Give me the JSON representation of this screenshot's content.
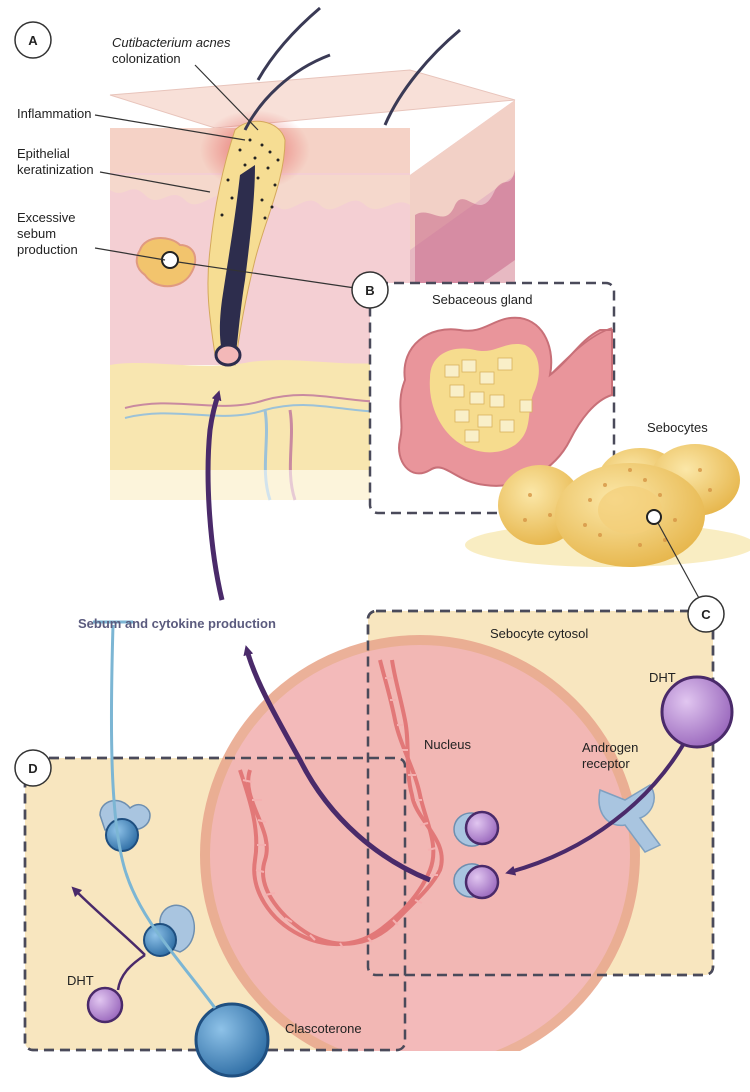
{
  "panels": {
    "a": {
      "letter": "A"
    },
    "b": {
      "letter": "B"
    },
    "c": {
      "letter": "C"
    },
    "d": {
      "letter": "D"
    }
  },
  "labels": {
    "cutibacterium_line1": "Cutibacterium acnes",
    "cutibacterium_line2": "colonization",
    "inflammation": "Inflammation",
    "epithelial_line1": "Epithelial",
    "epithelial_line2": "keratinization",
    "sebum_line1": "Excessive",
    "sebum_line2": "sebum",
    "sebum_line3": "production",
    "sebaceous_gland": "Sebaceous gland",
    "sebocytes": "Sebocytes",
    "sebum_cytokine": "Sebum and cytokine production",
    "sebocyte_cytosol": "Sebocyte cytosol",
    "dht_c": "DHT",
    "nucleus": "Nucleus",
    "androgen_line1": "Androgen",
    "androgen_line2": "receptor",
    "dht_d": "DHT",
    "clascoterone": "Clascoterone"
  },
  "colors": {
    "skin": "#f7dcd6",
    "dermis": "#f4c9c9",
    "fat": "#f8e6b2",
    "panel_bg": "#f8e6bf",
    "nucleus": "#f2b3b3",
    "arrow": "#4a2a6a",
    "blocker": "#7cb6d4",
    "dht": "#b78bd0",
    "receptor": "#a9c5e0",
    "clascoterone": "#3f80b8",
    "dna": "#e27878",
    "dashed": "#4a4a5a"
  }
}
